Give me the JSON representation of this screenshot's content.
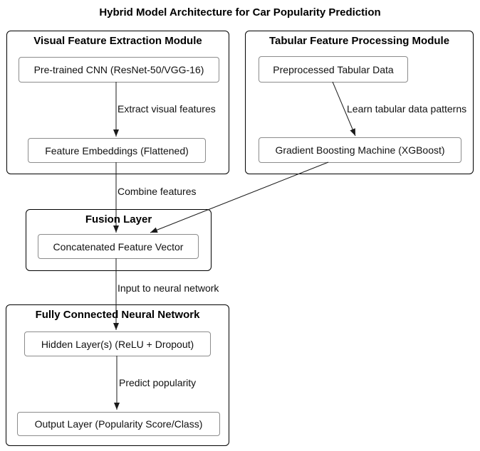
{
  "title": "Hybrid Model Architecture for Car Popularity Prediction",
  "clusters": {
    "visual": {
      "title": "Visual Feature Extraction Module",
      "nodes": {
        "cnn": "Pre-trained CNN (ResNet-50/VGG-16)",
        "embeddings": "Feature Embeddings (Flattened)"
      }
    },
    "tabular": {
      "title": "Tabular Feature Processing Module",
      "nodes": {
        "data": "Preprocessed Tabular Data",
        "gbm": "Gradient Boosting Machine (XGBoost)"
      }
    },
    "fusion": {
      "title": "Fusion Layer",
      "nodes": {
        "concat": "Concatenated Feature Vector"
      }
    },
    "fcnn": {
      "title": "Fully Connected Neural Network",
      "nodes": {
        "hidden": "Hidden Layer(s) (ReLU + Dropout)",
        "output": "Output Layer (Popularity Score/Class)"
      }
    }
  },
  "edge_labels": {
    "extract": "Extract visual features",
    "learn": "Learn tabular data patterns",
    "combine": "Combine features",
    "input": "Input to neural network",
    "predict": "Predict popularity"
  },
  "colors": {
    "background": "#ffffff",
    "cluster_border": "#000000",
    "node_border": "#8c8c8c",
    "edge": "#1a1a1a",
    "text": "#111111"
  }
}
